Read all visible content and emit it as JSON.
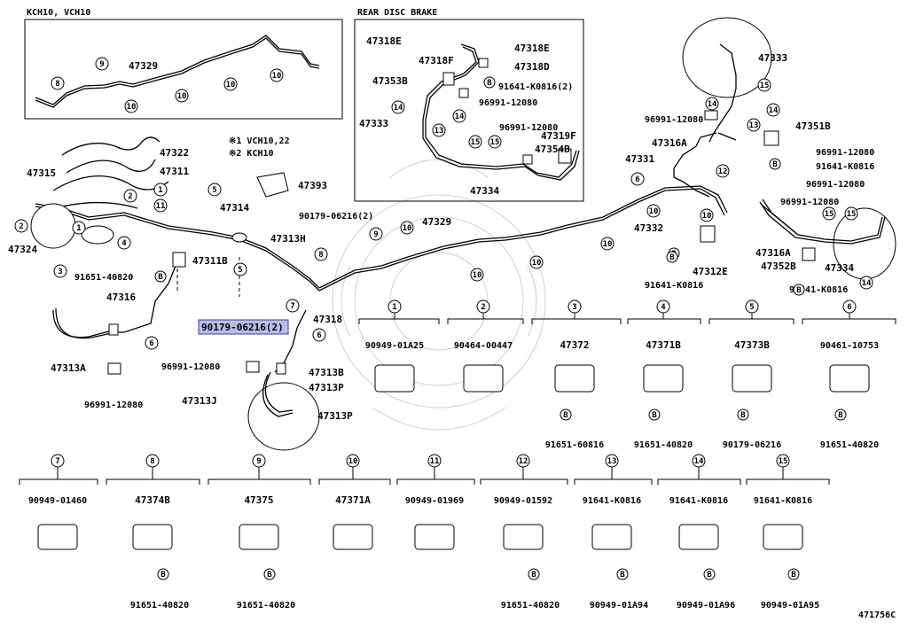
{
  "boxes": {
    "kch10": "KCH10, VCH10",
    "rear_disc": "REAR DISC BRAKE"
  },
  "notes": {
    "n1": "※1 VCH10,22",
    "n2": "※2 KCH10"
  },
  "highlighted_part": "90179-06216(2)",
  "diagram_code": "471756C",
  "parts": {
    "p47329_top": "47329",
    "p47318E_a": "47318E",
    "p47318F": "47318F",
    "p47353B": "47353B",
    "p47333_r": "47333",
    "p47334_r": "47334",
    "p47318E_b": "47318E",
    "p47318D": "47318D",
    "p91641_k0816_2": "91641-K0816(2)",
    "p96991_12080_r": "96991-12080",
    "p96991_12080_r2": "96991-12080",
    "p47319F": "47319F",
    "p47354B": "47354B",
    "p47322": "47322",
    "p47311": "47311",
    "p47315": "47315",
    "p47324": "47324",
    "p47393": "47393",
    "p90179_06216_2": "90179-06216(2)",
    "p47314": "47314",
    "p47313H": "47313H",
    "p47311B": "47311B",
    "p91651_40820_a": "91651-40820",
    "p47316": "47316",
    "p47313A": "47313A",
    "p96991_12080_a": "96991-12080",
    "p47329_main": "47329",
    "p47318": "47318",
    "p96991_12080_b": "96991-12080",
    "p47313B": "47313B",
    "p47313J": "47313J",
    "p47313P_a": "47313P",
    "p47313P_b": "47313P",
    "p47333": "47333",
    "p96991_12080_c": "96991-12080",
    "p47316A_a": "47316A",
    "p47331": "47331",
    "p47351B": "47351B",
    "p96991_12080_d": "96991-12080",
    "p91641_k0816_a": "91641-K0816",
    "p96991_12080_e": "96991-12080",
    "p96991_12080_f": "96991-12080",
    "p47332": "47332",
    "p47316A_b": "47316A",
    "p47312E": "47312E",
    "p91641_k0816_b": "91641-K0816",
    "p47352B": "47352B",
    "p47334": "47334",
    "p91641_k0816_c": "91641-K0816"
  },
  "clamps_row1": [
    {
      "num": "1",
      "part": "90949-01A25",
      "sub": ""
    },
    {
      "num": "2",
      "part": "90464-00447",
      "sub": ""
    },
    {
      "num": "3",
      "part": "47372",
      "sub": "91651-60816"
    },
    {
      "num": "4",
      "part": "47371B",
      "sub": "91651-40820"
    },
    {
      "num": "5",
      "part": "47373B",
      "sub": "90179-06216"
    },
    {
      "num": "6",
      "part": "90461-10753",
      "sub": "91651-40820"
    }
  ],
  "clamps_row2": [
    {
      "num": "7",
      "part": "90949-01460",
      "sub": ""
    },
    {
      "num": "8",
      "part": "47374B",
      "sub": "91651-40820"
    },
    {
      "num": "9",
      "part": "47375",
      "sub": "91651-40820"
    },
    {
      "num": "10",
      "part": "47371A",
      "sub": ""
    },
    {
      "num": "11",
      "part": "90949-01969",
      "sub": ""
    },
    {
      "num": "12",
      "part": "90949-01592",
      "sub": "91651-40820"
    },
    {
      "num": "13",
      "part": "91641-K0816",
      "sub": "90949-01A94"
    },
    {
      "num": "14",
      "part": "91641-K0816",
      "sub": "90949-01A96"
    },
    {
      "num": "15",
      "part": "91641-K0816",
      "sub": "90949-01A95"
    }
  ],
  "bolt_mark": "B",
  "callouts": [
    "1",
    "2",
    "3",
    "4",
    "5",
    "6",
    "7",
    "8",
    "9",
    "10",
    "11",
    "12",
    "13",
    "14",
    "15"
  ]
}
